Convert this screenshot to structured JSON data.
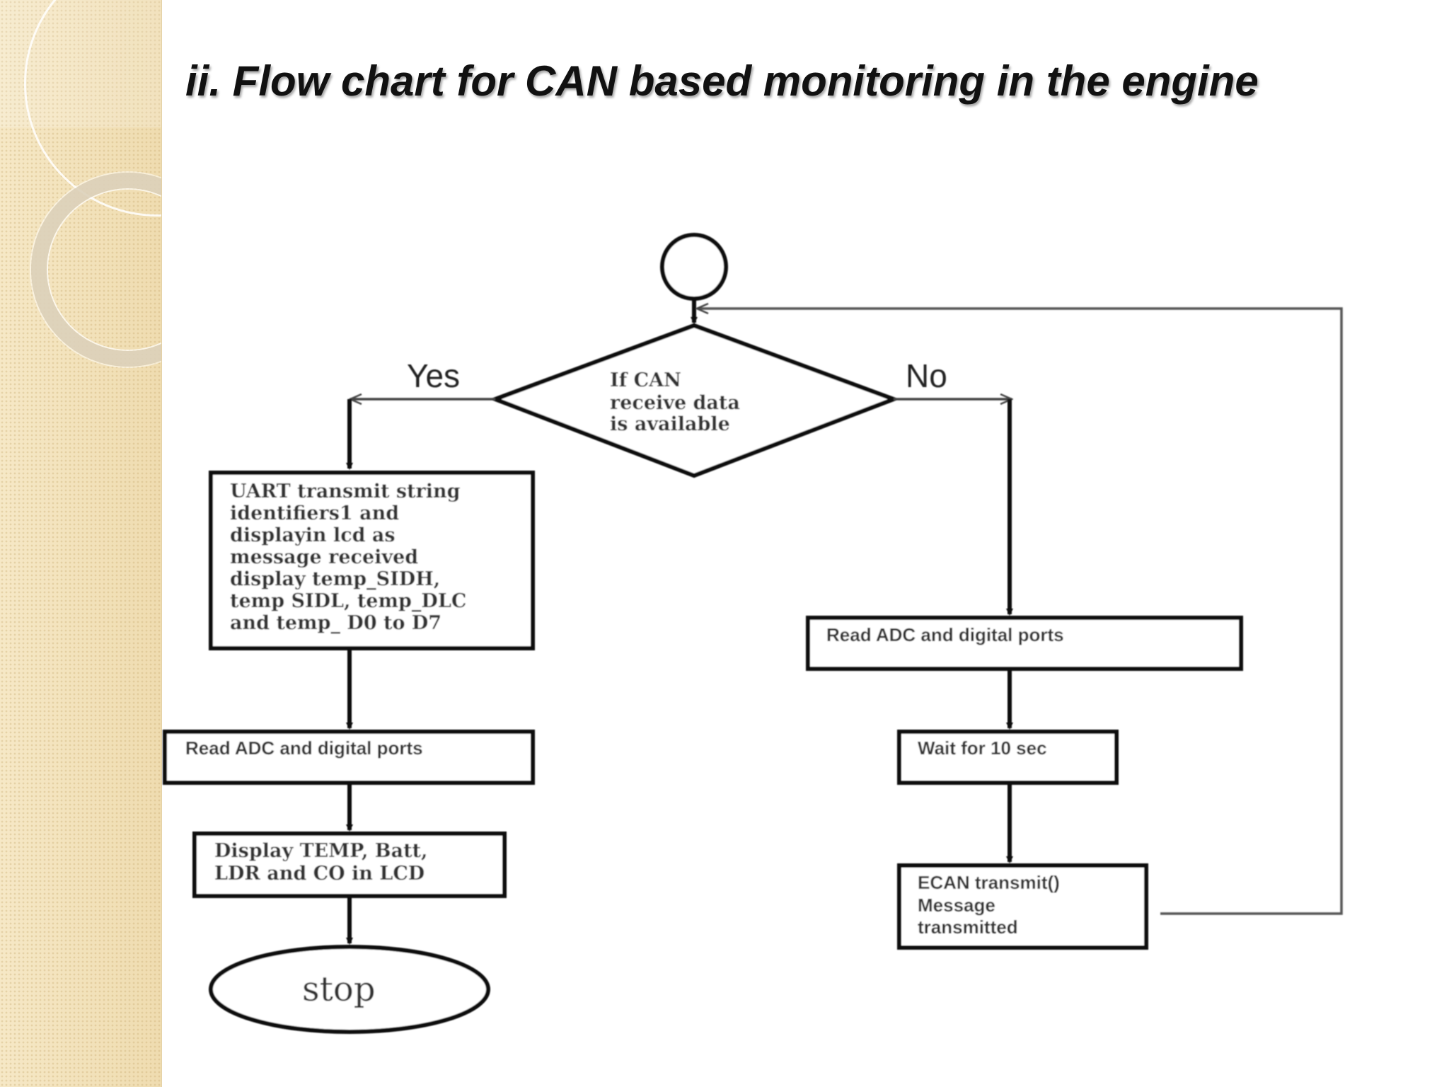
{
  "slide": {
    "title": "ii. Flow chart for CAN based monitoring in the engine"
  },
  "flowchart": {
    "decision": {
      "lines": [
        "If CAN",
        "receive data",
        "is available"
      ]
    },
    "branch_yes_label": "Yes",
    "branch_no_label": "No",
    "yes_branch": {
      "uart_box": {
        "lines": [
          "UART transmit string",
          "identifiers1 and",
          "displayin lcd as",
          "message received",
          "display temp_SIDH,",
          "temp SIDL, temp_DLC",
          "and temp_ D0 to D7"
        ]
      },
      "read_box": {
        "label": "Read ADC  and digital ports"
      },
      "display_box": {
        "lines": [
          "Display TEMP, Batt,",
          "LDR and CO in LCD"
        ]
      },
      "stop_label": "stop"
    },
    "no_branch": {
      "read_box": {
        "label": "Read ADC  and digital ports"
      },
      "wait_box": {
        "label": "Wait for 10 sec"
      },
      "ecan_box": {
        "lines": [
          "ECAN transmit()",
          "Message",
          "transmitted"
        ]
      }
    }
  },
  "colors": {
    "sidebar": "#f3e3bd",
    "stroke": "#111111",
    "arrow": "#333333"
  }
}
